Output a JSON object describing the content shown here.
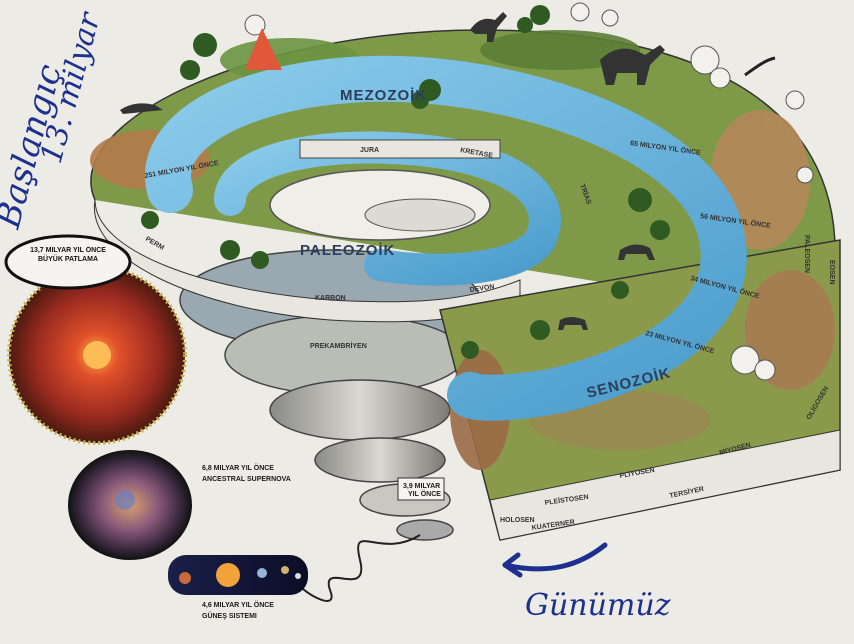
{
  "handwriting": {
    "top_left_line1": "Başlangıç",
    "top_left_line2": "13. milyar",
    "bottom": "Günümüz"
  },
  "events": {
    "big_bang": "13,7 MILYAR YIL ÖNCE BÜYÜK PATLAMA",
    "supernova_line1": "6,8 MILYAR YIL ÖNCE",
    "supernova_line2": "ANCESTRAL SUPERNOVA",
    "solar_line1": "4,6 MILYAR YIL ÖNCE",
    "solar_line2": "GÜNEŞ SISTEMI",
    "early_life_line1": "3,9 MILYAR",
    "early_life_line2": "YIL ÖNCE"
  },
  "eras": {
    "mesozoic": "MEZOZOİK",
    "paleozoic": "PALEOZOİK",
    "cenozoic": "SENOZOİK"
  },
  "periods": {
    "perm": "PERM",
    "karbon": "KARBON",
    "devon": "DEVON",
    "jura": "JURA",
    "kretase": "KRETASE",
    "trias": "TRİAS",
    "prekambriyen": "PREKAMBRİYEN",
    "paleosen": "PALEOSEN",
    "eosen": "EOSEN",
    "oligosen": "OLİGOSEN",
    "miyosen": "MİYOSEN",
    "pliyosen": "PLİYOSEN",
    "pleistosen": "PLEİSTOSEN",
    "holosen": "HOLOSEN",
    "tersiyer": "TERSİYER",
    "kuaterner": "KUATERNER"
  },
  "time_marks": {
    "m65": "65 MILYON YIL ÖNCE",
    "m56": "56 MILYON YIL ÖNCE",
    "m34": "34 MILYON YIL ÖNCE",
    "m23": "23 MILYON YIL ÖNCE",
    "m251": "251 MILYON YIL ÖNCE"
  },
  "colors": {
    "water": "#6fb6de",
    "land_green": "#6a8f3a",
    "land_brown": "#a9774a",
    "band": "#e9e6e0",
    "pen_blue": "#1d2f8f"
  }
}
